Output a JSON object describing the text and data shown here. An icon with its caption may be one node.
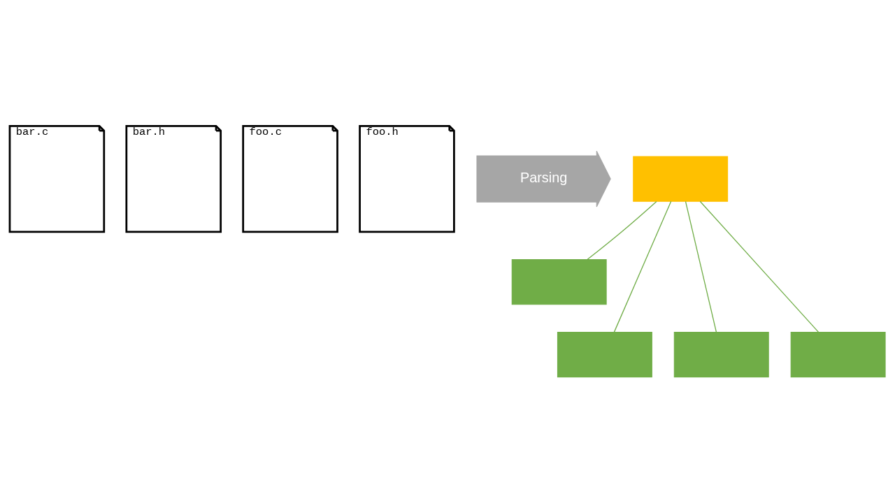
{
  "diagram": {
    "nodes": [
      {
        "text": [
          "bar.c"
        ]
      },
      {
        "text": [
          "bar.h"
        ]
      },
      {
        "text": [
          "foo.c"
        ]
      },
      {
        "text": [
          "foo.h"
        ]
      },
      {
        "text": [
          "Parsing"
        ]
      },
      {
        "text": [],
        "shape": "box"
      },
      {
        "text": [],
        "shape": "box"
      },
      {
        "text": [],
        "shape": "box"
      },
      {
        "text": [],
        "shape": "box"
      },
      {
        "text": [],
        "shape": "box"
      }
    ],
    "edges": [
      {
        "from": 5,
        "to": 6,
        "arrow": "none"
      },
      {
        "from": 5,
        "to": 7,
        "arrow": "none"
      },
      {
        "from": 5,
        "to": 8,
        "arrow": "none"
      },
      {
        "from": 5,
        "to": 9,
        "arrow": "none"
      }
    ]
  }
}
